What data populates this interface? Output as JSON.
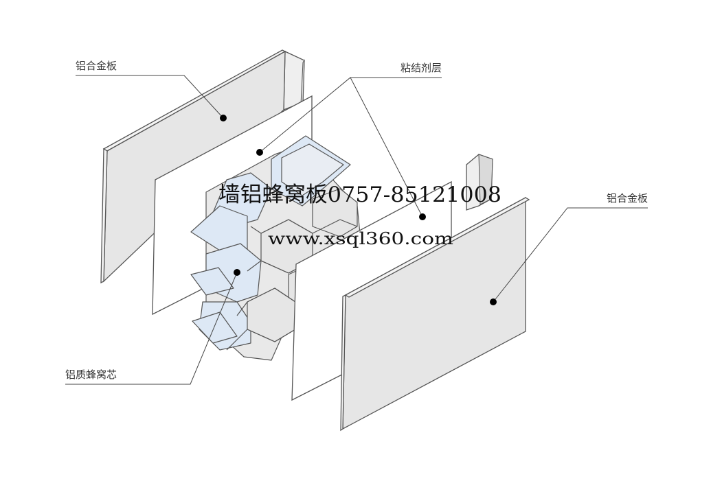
{
  "labels": {
    "top_left_sheet": "铝合金板",
    "adhesive_layer": "粘结剂层",
    "right_sheet": "铝合金板",
    "honeycomb_core": "铝质蜂窝芯"
  },
  "watermark": {
    "title": "墙铝蜂窝板0757-85121008",
    "url": "www.xsql360.com"
  },
  "colors": {
    "sheet_face": "#e6e6e6",
    "sheet_edge": "#f4f4f4",
    "adhesive_face": "#ffffff",
    "core_blue": "#dde8f5",
    "core_gray": "#e9e9e9",
    "outline": "#555555",
    "leader": "#444444"
  }
}
